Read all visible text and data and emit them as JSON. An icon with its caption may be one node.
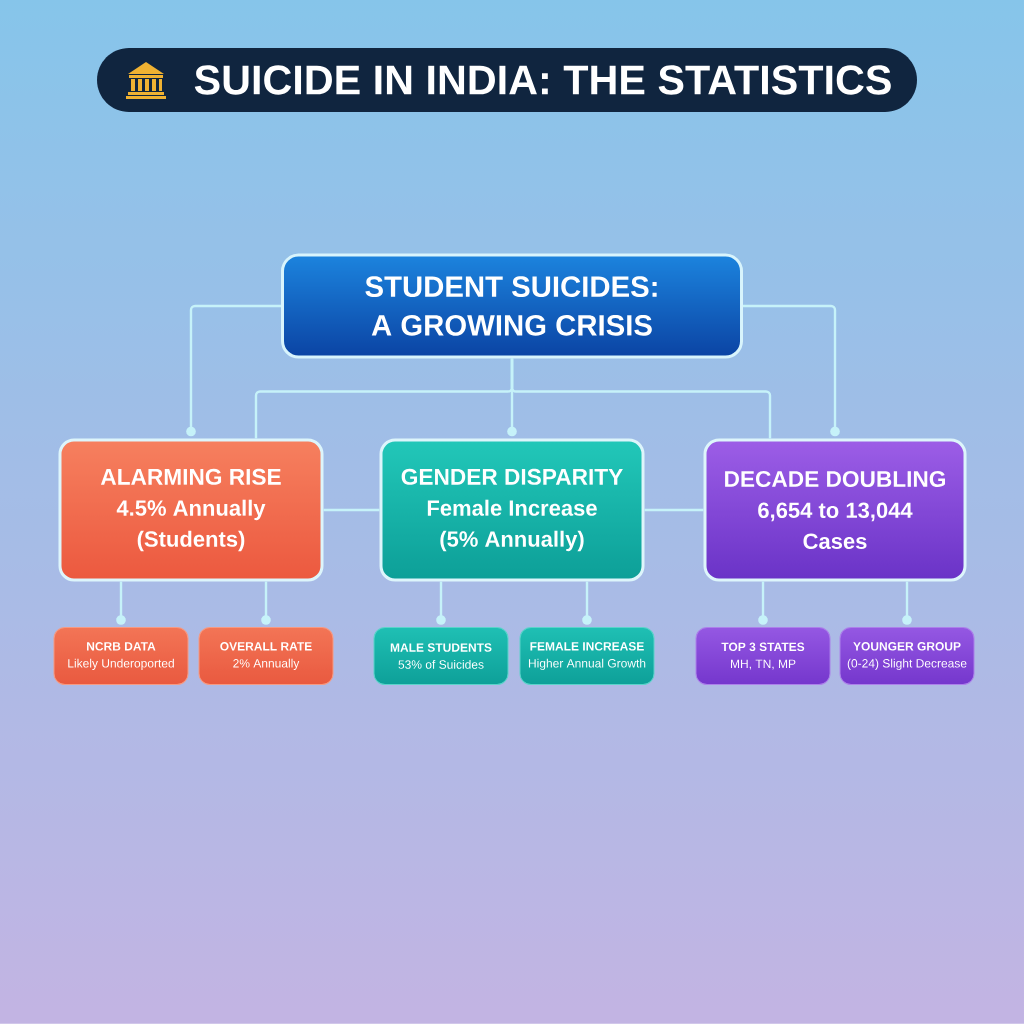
{
  "diagram": {
    "title": "SUICIDE IN INDIA: THE STATISTICS",
    "nodes": [
      {
        "text": [
          "STUDENT SUICIDES: A GROWING CRISIS"
        ]
      },
      {
        "text": [
          "ALARMING RISE",
          "4.5% Annually (Students)"
        ]
      },
      {
        "text": [
          "GENDER DISPARITY",
          "Female Increase (5% Annually)"
        ]
      },
      {
        "text": [
          "DECADE DOUBLING",
          "6,654 to 13,044 Cases"
        ]
      },
      {
        "text": [
          "NCRB DATA",
          "Likely Underoported"
        ]
      },
      {
        "text": [
          "OVERALL RATE",
          "2% Annually"
        ]
      },
      {
        "text": [
          "MALE STUDENTS",
          "53% of Suicides"
        ]
      },
      {
        "text": [
          "FEMALE INCREASE",
          "Higher Annual Growth"
        ]
      },
      {
        "text": [
          "TOP 3 STATES",
          "MH, TN, MP"
        ]
      },
      {
        "text": [
          "YOUNGER GROUP",
          "(0-24) Slight Decrease"
        ]
      }
    ],
    "edges": [
      {
        "from": 0,
        "to": 1,
        "arrow": "other"
      },
      {
        "from": 0,
        "to": 2,
        "arrow": "other"
      },
      {
        "from": 0,
        "to": 3,
        "arrow": "other"
      },
      {
        "from": 0,
        "to": 1,
        "arrow": "none"
      },
      {
        "from": 0,
        "to": 3,
        "arrow": "none"
      },
      {
        "from": 1,
        "to": 2,
        "arrow": "none"
      },
      {
        "from": 2,
        "to": 3,
        "arrow": "none"
      },
      {
        "from": 1,
        "to": 4,
        "arrow": "other"
      },
      {
        "from": 1,
        "to": 5,
        "arrow": "other"
      },
      {
        "from": 2,
        "to": 6,
        "arrow": "other"
      },
      {
        "from": 2,
        "to": 7,
        "arrow": "other"
      },
      {
        "from": 3,
        "to": 8,
        "arrow": "other"
      },
      {
        "from": 3,
        "to": 9,
        "arrow": "other"
      }
    ]
  }
}
